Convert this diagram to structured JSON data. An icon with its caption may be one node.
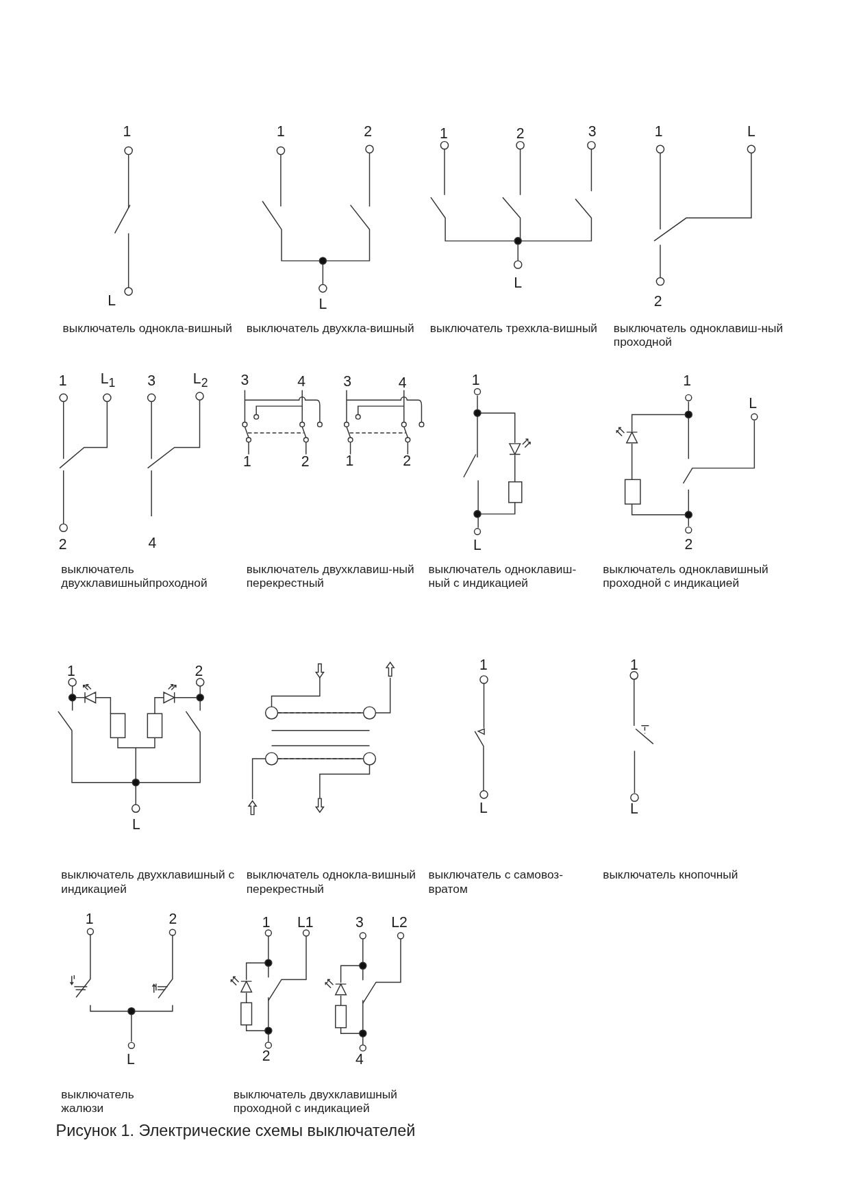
{
  "diagram": {
    "caption": "Рисунок 1. Электрические схемы выключателей",
    "labels": [
      "1",
      "L",
      "выключатель однокла-вишный",
      "1",
      "2",
      "L",
      "выключатель двухкла-вишный",
      "1",
      "2",
      "3",
      "L",
      "выключатель трехкла-вишный",
      "1",
      "L",
      "2",
      "выключатель одноклавиш-ный проходной",
      "1",
      "L$_{1}$",
      "3",
      "L$_{2}$",
      "2",
      "4",
      "выключатель двухклавишныйпроходной",
      "3",
      "4",
      "1",
      "2",
      "3",
      "4",
      "1",
      "2",
      "выключатель двухклавиш-ный перекрестный",
      "1",
      "L",
      "выключатель одноклавиш- ный с индикацией",
      "1",
      "L",
      "2",
      "выключатель одноклавишный проходной с индикацией",
      "1",
      "2",
      "L",
      "выключатель двухклавишный с индикацией",
      "выключатель однокла-вишный перекрестный",
      "1",
      "L",
      "выключатель с самовоз- вратом",
      "1",
      "L",
      "выключатель кнопочный",
      "1",
      "2",
      "L",
      "выключатель жалюзи",
      "1",
      "L1",
      "2",
      "3",
      "L2",
      "4",
      "выключатель двухклавишный проходной с индикацией"
    ]
  }
}
